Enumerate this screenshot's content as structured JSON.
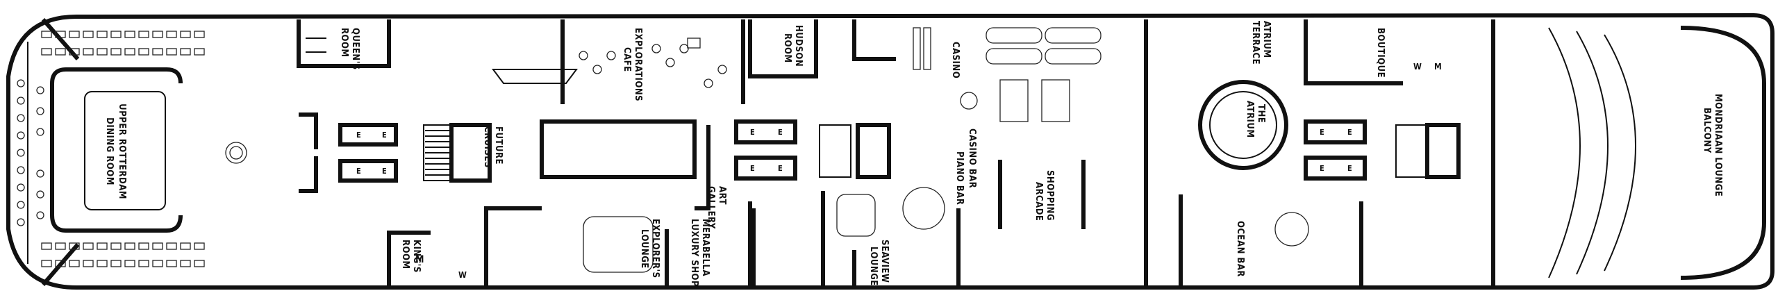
{
  "labels": {
    "upper_rotterdam": [
      "UPPER ROTTERDAM",
      "DINING ROOM"
    ],
    "queens_room": [
      "QUEEN'S",
      "ROOM"
    ],
    "kings_room": [
      "KING'S",
      "ROOM"
    ],
    "future_cruises": [
      "FUTURE",
      "CRUISES"
    ],
    "explorations_cafe": [
      "EXPLORATIONS",
      "CAFE"
    ],
    "explorers_lounge": [
      "EXPLORER'S",
      "LOUNGE"
    ],
    "art_gallery": [
      "ART",
      "GALLERY"
    ],
    "merabella": [
      "MERABELLA",
      "LUXURY SHOP"
    ],
    "hudson_room": [
      "HUDSON",
      "ROOM"
    ],
    "casino": "CASINO",
    "casino_bar": "CASINO BAR",
    "piano_bar": "PIANO BAR",
    "seaview_lounge": [
      "SEAVIEW",
      "LOUNGE"
    ],
    "shopping_arcade": [
      "SHOPPING",
      "ARCADE"
    ],
    "atrium_terrace": [
      "ATRIUM",
      "TERRACE"
    ],
    "the_atrium": [
      "THE",
      "ATRIUM"
    ],
    "ocean_bar": "OCEAN BAR",
    "boutique": "BOUTIQUE",
    "mondriaan_lounge": [
      "MONDRIAAN LOUNGE",
      "BALCONY"
    ]
  },
  "symbols": {
    "elevator": "E",
    "men": "M",
    "women": "W"
  },
  "colors": {
    "ink": "#111111",
    "paper": "#ffffff"
  }
}
